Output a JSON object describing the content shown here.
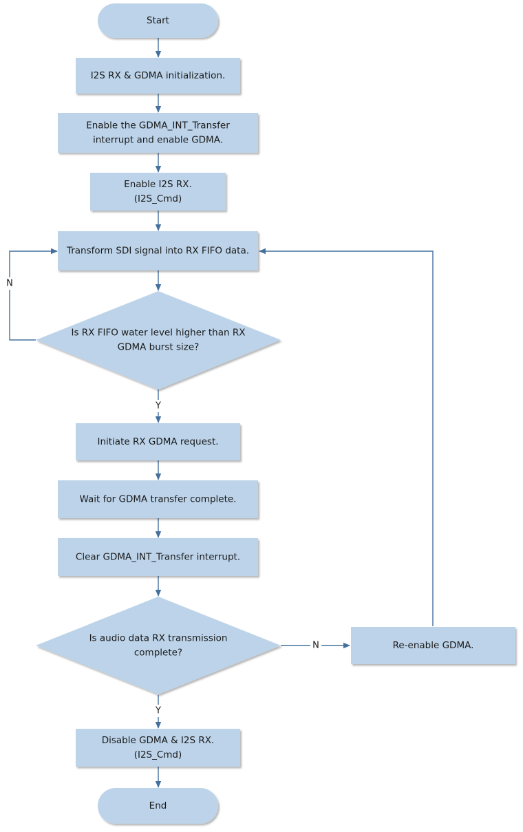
{
  "nodes": {
    "start": {
      "lines": [
        "Start"
      ]
    },
    "init": {
      "lines": [
        "I2S RX & GDMA initialization."
      ]
    },
    "enable_int": {
      "lines": [
        "Enable the GDMA_INT_Transfer",
        "interrupt and enable GDMA."
      ]
    },
    "enable_rx": {
      "lines": [
        "Enable I2S RX.",
        "(I2S_Cmd)"
      ]
    },
    "transform": {
      "lines": [
        "Transform SDI signal into RX FIFO data."
      ]
    },
    "check_level": {
      "lines": [
        "Is RX FIFO water level higher than RX",
        "GDMA burst size?"
      ]
    },
    "initiate": {
      "lines": [
        "Initiate RX GDMA request."
      ]
    },
    "wait": {
      "lines": [
        "Wait for GDMA transfer complete."
      ]
    },
    "clear": {
      "lines": [
        "Clear GDMA_INT_Transfer interrupt."
      ]
    },
    "check_done": {
      "lines": [
        "Is audio data RX transmission",
        "complete?"
      ]
    },
    "reenable": {
      "lines": [
        "Re-enable GDMA."
      ]
    },
    "disable": {
      "lines": [
        "Disable GDMA & I2S RX.",
        "(I2S_Cmd)"
      ]
    },
    "end": {
      "lines": [
        "End"
      ]
    }
  },
  "edge_labels": {
    "level_no": "N",
    "level_yes": "Y",
    "done_no": "N",
    "done_yes": "Y"
  },
  "colors": {
    "node_fill": "#bcd3e9",
    "connector": "#44709e"
  }
}
